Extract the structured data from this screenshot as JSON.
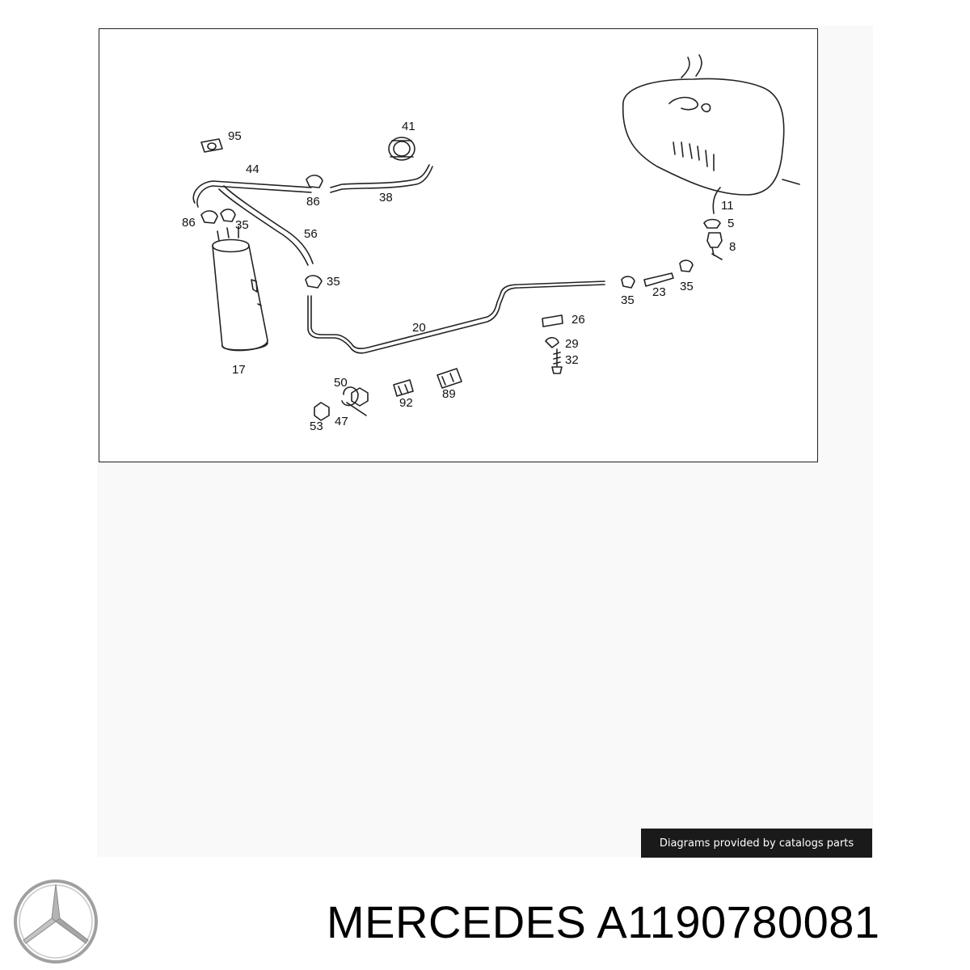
{
  "diagram": {
    "part_labels": [
      {
        "id": "95",
        "text": "95"
      },
      {
        "id": "41",
        "text": "41"
      },
      {
        "id": "44",
        "text": "44"
      },
      {
        "id": "86a",
        "text": "86"
      },
      {
        "id": "38",
        "text": "38"
      },
      {
        "id": "86b",
        "text": "86"
      },
      {
        "id": "35a",
        "text": "35"
      },
      {
        "id": "56",
        "text": "56"
      },
      {
        "id": "35b",
        "text": "35"
      },
      {
        "id": "17",
        "text": "17"
      },
      {
        "id": "20",
        "text": "20"
      },
      {
        "id": "11",
        "text": "11"
      },
      {
        "id": "5",
        "text": "5"
      },
      {
        "id": "8",
        "text": "8"
      },
      {
        "id": "35c",
        "text": "35"
      },
      {
        "id": "23",
        "text": "23"
      },
      {
        "id": "35d",
        "text": "35"
      },
      {
        "id": "26",
        "text": "26"
      },
      {
        "id": "29",
        "text": "29"
      },
      {
        "id": "32",
        "text": "32"
      },
      {
        "id": "50",
        "text": "50"
      },
      {
        "id": "92",
        "text": "92"
      },
      {
        "id": "89",
        "text": "89"
      },
      {
        "id": "53",
        "text": "53"
      },
      {
        "id": "47",
        "text": "47"
      }
    ]
  },
  "credit": "Diagrams provided by catalogs parts",
  "footer": {
    "brand": "MERCEDES",
    "part_number": "A1190780081"
  },
  "icons": {
    "logo": "mercedes-star-logo"
  }
}
